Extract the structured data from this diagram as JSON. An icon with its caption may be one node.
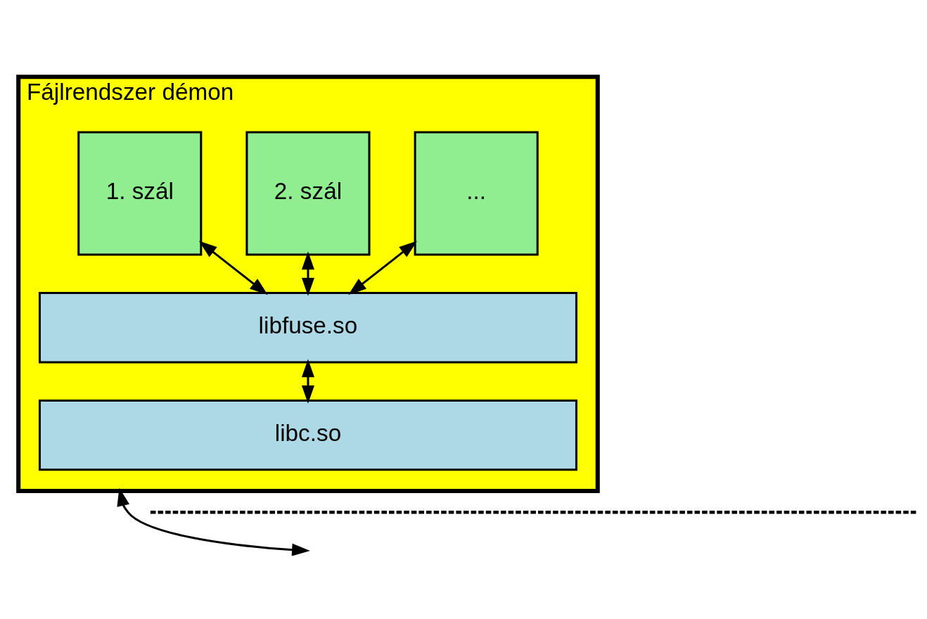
{
  "diagram": {
    "nodes": [
      {
        "text": [
          "Fájlrendszer démon"
        ]
      },
      {
        "text": [
          "1. szál"
        ],
        "in": 0
      },
      {
        "text": [
          "2. szál"
        ],
        "in": 0
      },
      {
        "text": [
          "..."
        ],
        "in": 0
      },
      {
        "text": [
          "libfuse.so"
        ],
        "in": 0
      },
      {
        "text": [
          "libc.so"
        ],
        "in": 0
      }
    ],
    "edges": [
      {
        "from": 1,
        "to": 4,
        "arrow": "both"
      },
      {
        "from": 2,
        "to": 4,
        "arrow": "both"
      },
      {
        "from": 3,
        "to": 4,
        "arrow": "both"
      },
      {
        "from": 4,
        "to": 5,
        "arrow": "both"
      },
      {
        "from": 0,
        "to": null,
        "arrow": "both"
      }
    ]
  }
}
